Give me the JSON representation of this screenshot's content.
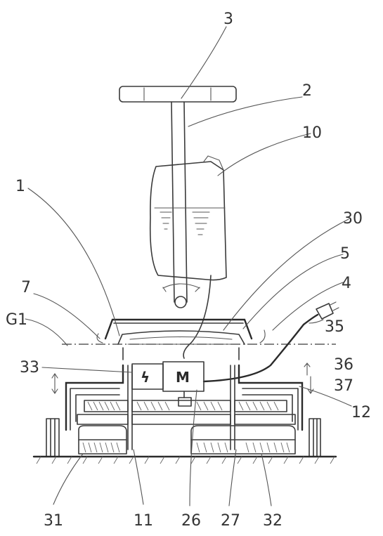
{
  "figure": {
    "motor_symbol": "M",
    "electronics_symbol": "ϟ",
    "labels": {
      "l3": "3",
      "l2": "2",
      "l10": "10",
      "l1": "1",
      "l30": "30",
      "l5": "5",
      "l7": "7",
      "l4": "4",
      "lG1": "G1",
      "l35": "35",
      "l33": "33",
      "l36": "36",
      "l37": "37",
      "l12": "12",
      "l31": "31",
      "l11": "11",
      "l26": "26",
      "l27": "27",
      "l32": "32"
    }
  }
}
